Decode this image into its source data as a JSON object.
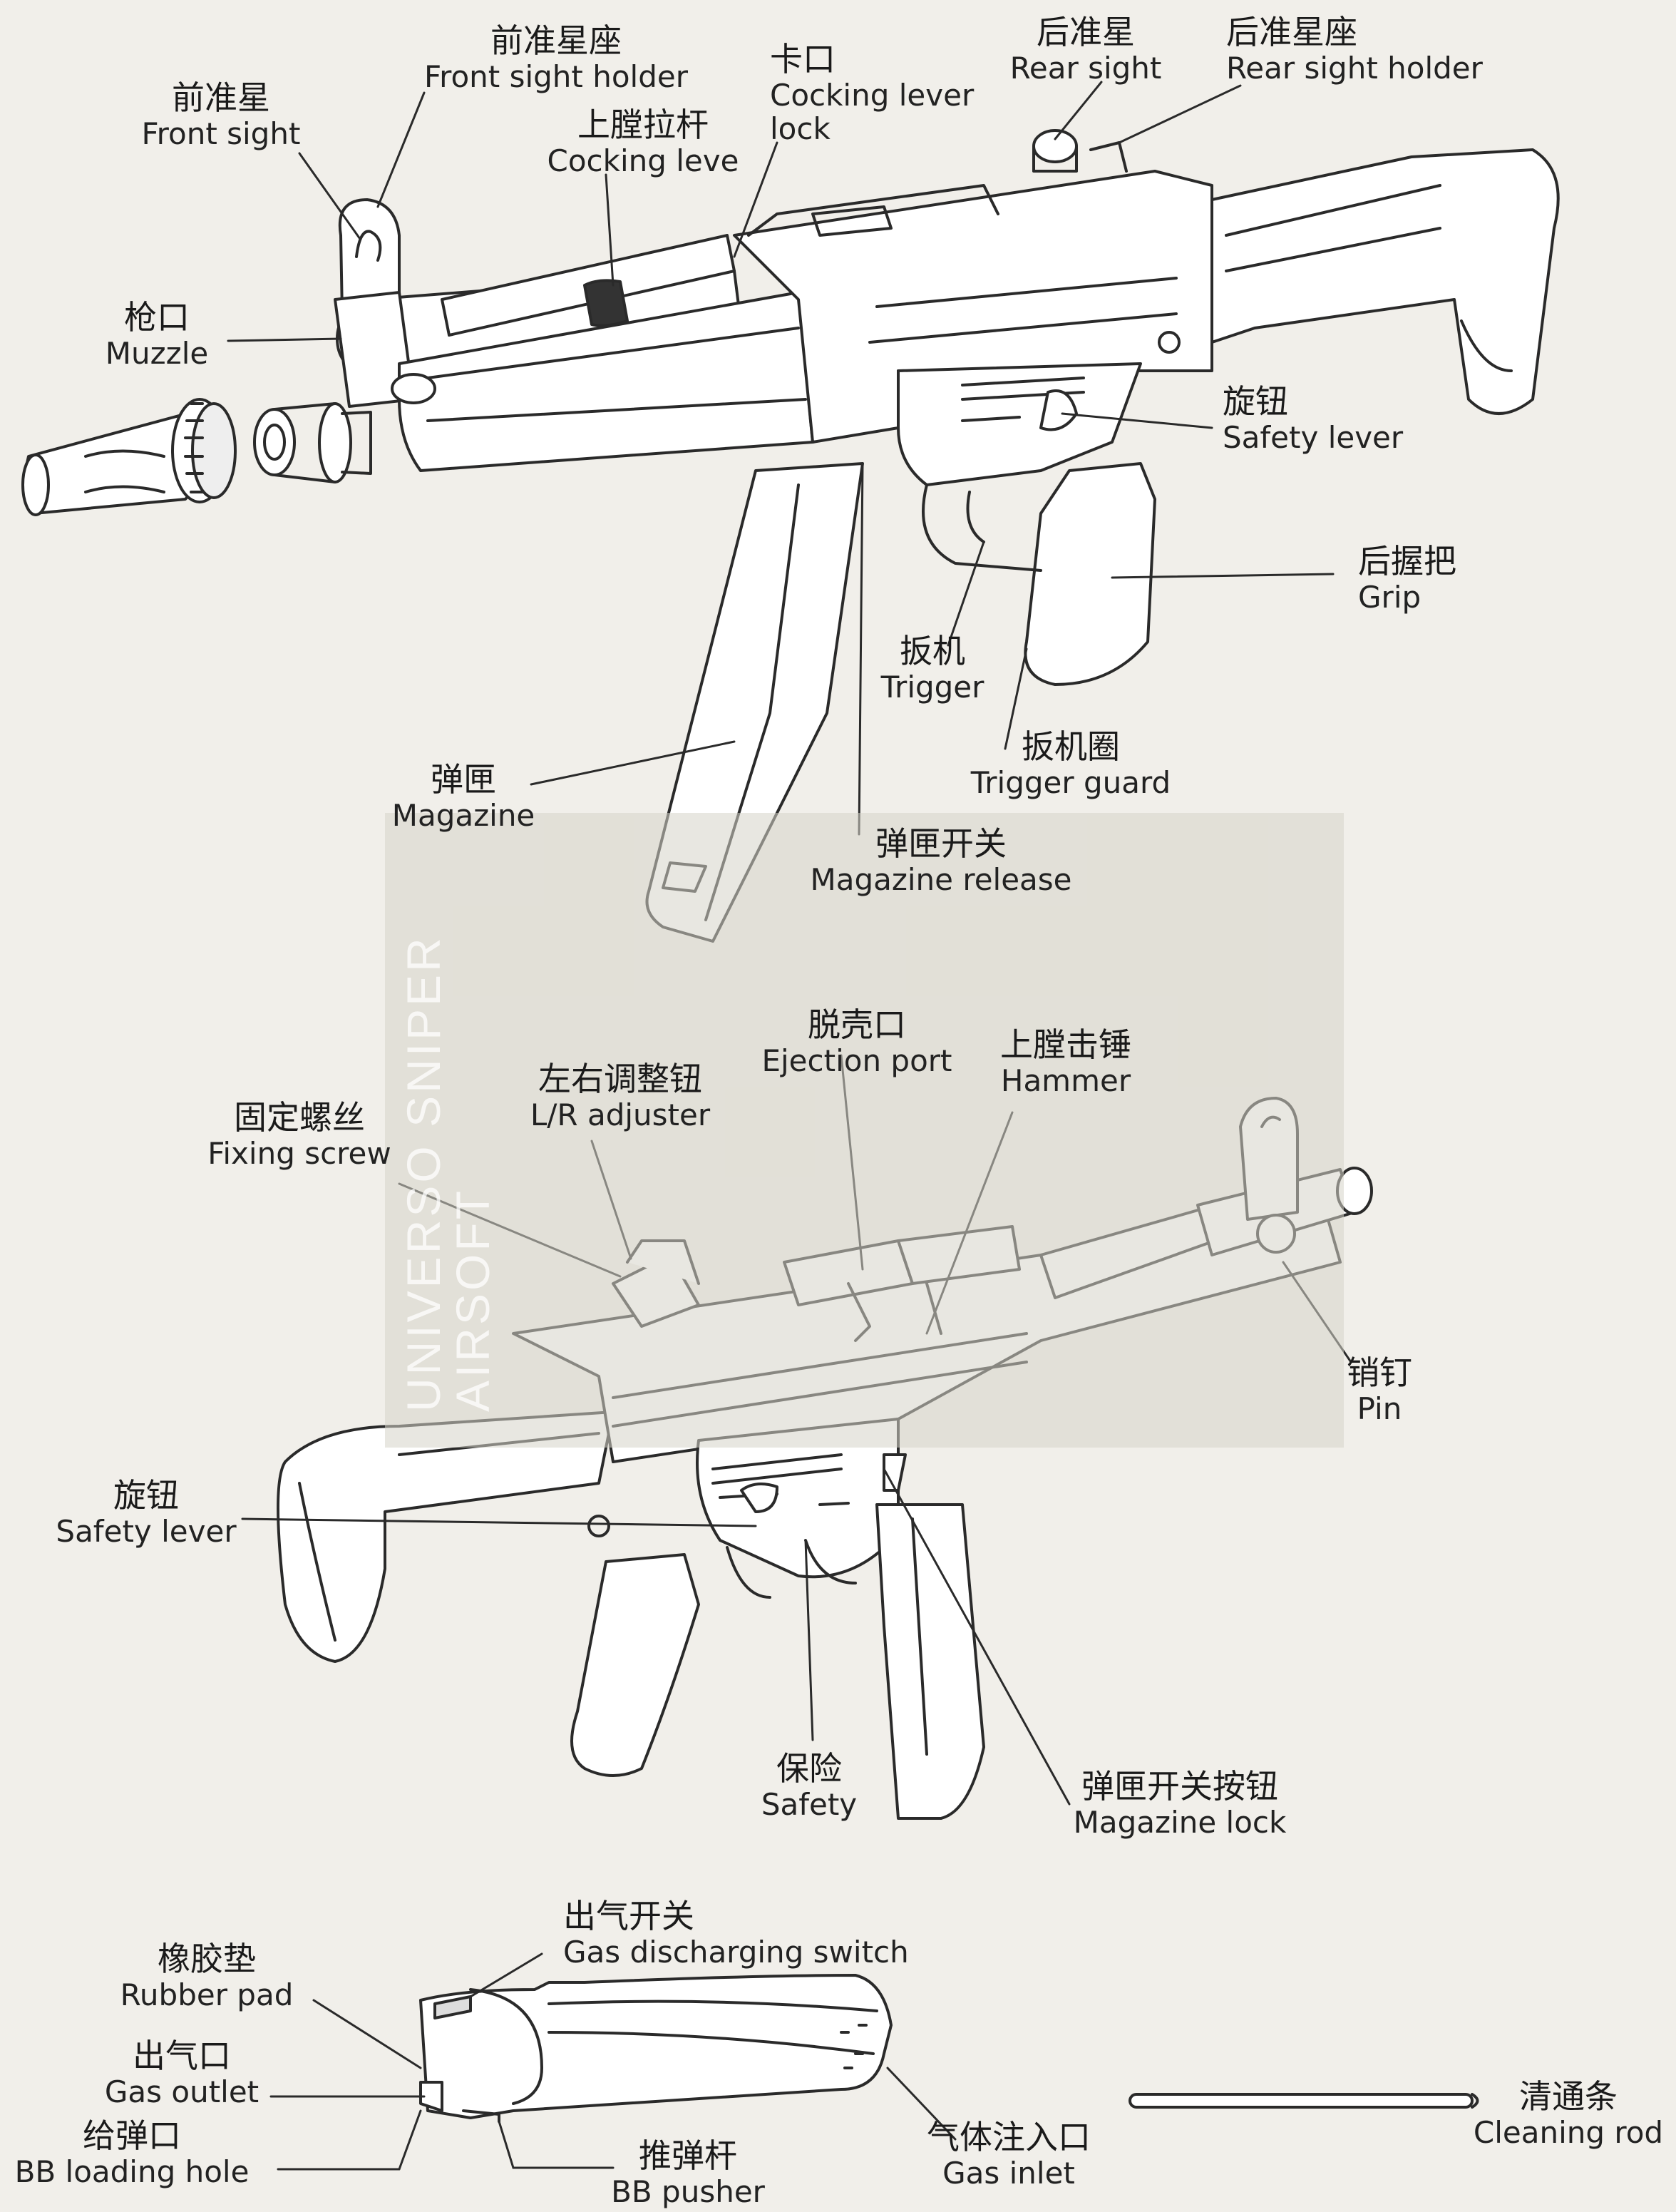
{
  "labels": {
    "front_sight": {
      "cn": "前准星",
      "en": "Front sight"
    },
    "front_sight_holder": {
      "cn": "前准星座",
      "en": "Front sight holder"
    },
    "cocking_lever": {
      "cn": "上膛拉杆",
      "en": "Cocking leve"
    },
    "cocking_lever_lock": {
      "cn": "卡口",
      "en1": "Cocking lever",
      "en2": "lock"
    },
    "rear_sight": {
      "cn": "后准星",
      "en": "Rear sight"
    },
    "rear_sight_holder": {
      "cn": "后准星座",
      "en": "Rear sight holder"
    },
    "muzzle": {
      "cn": "枪口",
      "en": "Muzzle"
    },
    "safety_lever_top": {
      "cn": "旋钮",
      "en": "Safety lever"
    },
    "grip": {
      "cn": "后握把",
      "en": "Grip"
    },
    "trigger": {
      "cn": "扳机",
      "en": "Trigger"
    },
    "trigger_guard": {
      "cn": "扳机圈",
      "en": "Trigger guard"
    },
    "magazine": {
      "cn": "弹匣",
      "en": "Magazine"
    },
    "magazine_release": {
      "cn": "弹匣开关",
      "en": "Magazine release"
    },
    "ejection_port": {
      "cn": "脱壳口",
      "en": "Ejection port"
    },
    "hammer": {
      "cn": "上膛击锤",
      "en": "Hammer"
    },
    "lr_adjuster": {
      "cn": "左右调整钮",
      "en": "L/R adjuster"
    },
    "fixing_screw": {
      "cn": "固定螺丝",
      "en": "Fixing screw"
    },
    "pin": {
      "cn": "销钉",
      "en": "Pin"
    },
    "safety_lever_bottom": {
      "cn": "旋钮",
      "en": "Safety lever"
    },
    "safety": {
      "cn": "保险",
      "en": "Safety"
    },
    "magazine_lock": {
      "cn": "弹匣开关按钮",
      "en": "Magazine lock"
    },
    "gas_discharging_switch": {
      "cn": "出气开关",
      "en": "Gas discharging switch"
    },
    "rubber_pad": {
      "cn": "橡胶垫",
      "en": "Rubber pad"
    },
    "gas_outlet": {
      "cn": "出气口",
      "en": "Gas outlet"
    },
    "bb_loading_hole": {
      "cn": "给弹口",
      "en": "BB loading hole"
    },
    "bb_pusher": {
      "cn": "推弹杆",
      "en": "BB pusher"
    },
    "gas_inlet": {
      "cn": "气体注入口",
      "en": "Gas inlet"
    },
    "cleaning_rod": {
      "cn": "清通条",
      "en": "Cleaning rod"
    }
  },
  "watermark": {
    "line1": "UNIVERSO SNIPER",
    "line2": "AIRSOFT"
  }
}
